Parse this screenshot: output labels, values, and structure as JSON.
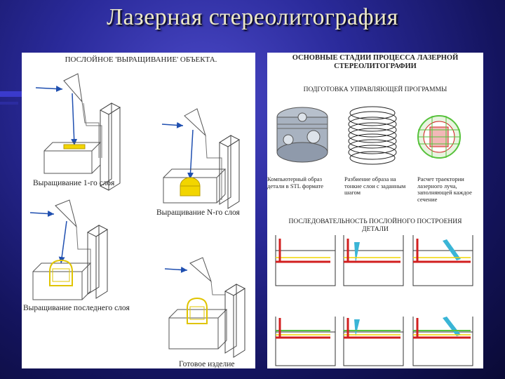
{
  "slide": {
    "title": "Лазерная стереолитография"
  },
  "left_panel": {
    "header": "ПОСЛОЙНОЕ 'ВЫРАЩИВАНИЕ' ОБЪЕКТА.",
    "captions": [
      "Выращивание 1-го слоя",
      "Выращивание N-го слоя",
      "Выращивание последнего слоя",
      "Готовое изделие"
    ]
  },
  "right_panel": {
    "header_line1": "ОСНОВНЫЕ СТАДИИ ПРОЦЕССА ЛАЗЕРНОЙ",
    "header_line2": "СТЕРЕОЛИТОГРАФИИ",
    "subheader1": "ПОДГОТОВКА УПРАВЛЯЮЩЕЙ ПРОГРАММЫ",
    "stage_labels": [
      "Компьютерный образ детали в STL формате",
      "Разбиение образа на тонкие слои с заданным шагом",
      "Расчет траектории лазерного луча, заполняющей каждое сечение"
    ],
    "subheader2_line1": "ПОСЛЕДОВАТЕЛЬНОСТЬ ПОСЛОЙНОГО ПОСТРОЕНИЯ",
    "subheader2_line2": "ДЕТАЛИ"
  },
  "colors": {
    "accent_blue": "#1f4fb0",
    "resin_yellow": "#f2d500",
    "platform_red": "#d21f1f",
    "layer_green": "#57c23c",
    "laser_cyan": "#3ab5d6",
    "title_text": "#ece8c8"
  }
}
